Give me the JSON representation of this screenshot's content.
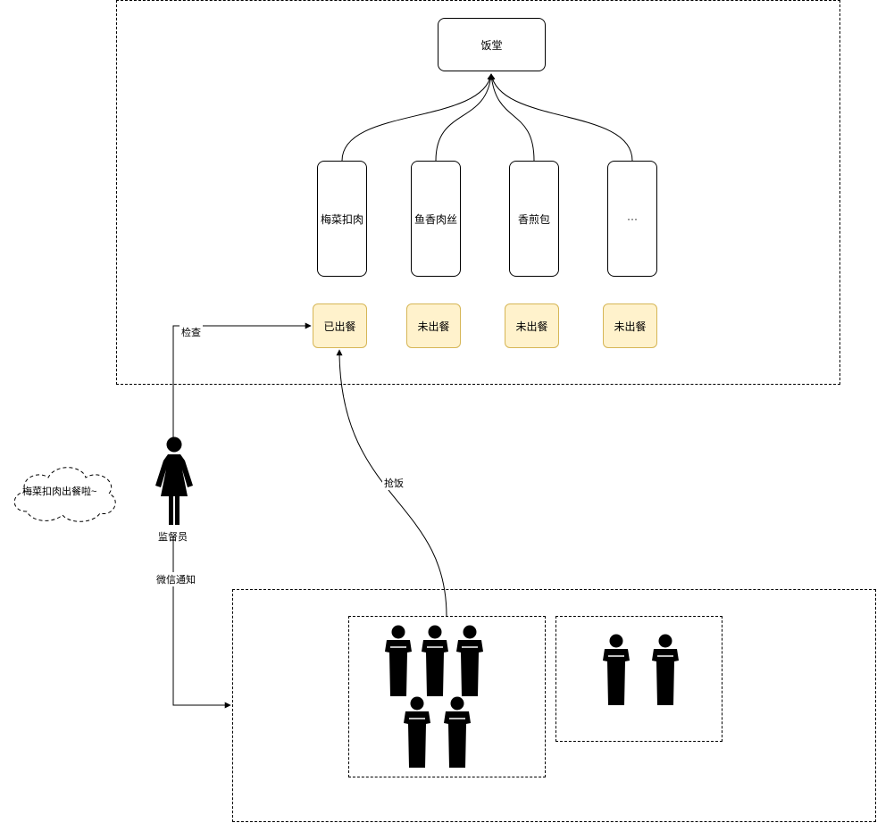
{
  "canteen": {
    "label": "饭堂"
  },
  "dishes": [
    {
      "label": "梅菜扣肉"
    },
    {
      "label": "鱼香肉丝"
    },
    {
      "label": "香煎包"
    },
    {
      "label": "···"
    }
  ],
  "statuses": [
    {
      "label": "已出餐",
      "color": "#fff2cc"
    },
    {
      "label": "未出餐",
      "color": "#fff2cc"
    },
    {
      "label": "未出餐",
      "color": "#fff2cc"
    },
    {
      "label": "未出餐",
      "color": "#fff2cc"
    }
  ],
  "edges": {
    "check": "检查",
    "grab_meal": "抢饭",
    "wechat_notify": "微信通知"
  },
  "supervisor": {
    "label": "监督员",
    "speech": "梅菜扣肉出餐啦~"
  },
  "students": {
    "group_a_count": 5,
    "group_b_count": 2
  }
}
